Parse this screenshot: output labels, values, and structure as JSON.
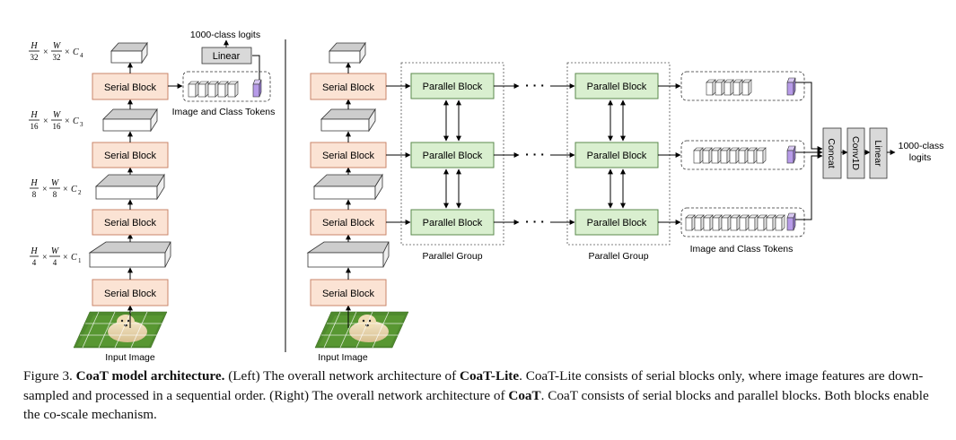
{
  "left": {
    "dims": [
      {
        "h": "H",
        "hd": "32",
        "w": "W",
        "wd": "32",
        "c": "C",
        "cs": "4"
      },
      {
        "h": "H",
        "hd": "16",
        "w": "W",
        "wd": "16",
        "c": "C",
        "cs": "3"
      },
      {
        "h": "H",
        "hd": "8",
        "w": "W",
        "wd": "8",
        "c": "C",
        "cs": "2"
      },
      {
        "h": "H",
        "hd": "4",
        "w": "W",
        "wd": "4",
        "c": "C",
        "cs": "1"
      }
    ],
    "serial_block": "Serial Block",
    "linear": "Linear",
    "logits": "1000-class logits",
    "tokens_label": "Image and Class Tokens",
    "input_label": "Input Image"
  },
  "right": {
    "serial_block": "Serial Block",
    "parallel_block": "Parallel Block",
    "parallel_group": "Parallel Group",
    "dots": "· · ·",
    "tokens_label": "Image and Class Tokens",
    "concat": "Concat",
    "conv1d": "Conv1D",
    "linear": "Linear",
    "logits_line1": "1000-class",
    "logits_line2": "logits",
    "input_label": "Input Image"
  },
  "caption": {
    "prefix": "Figure 3.",
    "title": "CoaT model architecture.",
    "p1": "(Left) The overall network architecture of",
    "coat_lite": "CoaT-Lite",
    "p2": ". CoaT-Lite consists of serial blocks only, where image features are down-sampled and processed in a sequential order. (Right) The overall network architecture of",
    "coat": "CoaT",
    "p3": ". CoaT consists of serial blocks and parallel blocks. Both blocks enable the co-scale mechanism."
  },
  "colors": {
    "serial_fill": "#fbe3d4",
    "serial_stroke": "#c9866a",
    "parallel_fill": "#d9efcf",
    "parallel_stroke": "#5b8a4c",
    "linear_fill": "#d9d9d9",
    "tensor_top": "#c8c8c8",
    "class_token": "#b79be8",
    "grass": "#4f8a2e"
  }
}
